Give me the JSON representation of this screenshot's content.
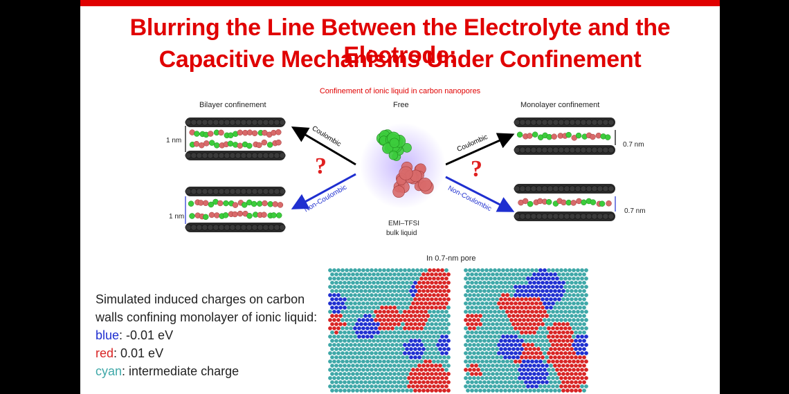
{
  "title": {
    "line1": "Blurring the Line Between the Electrolyte and the Electrode:",
    "line2": "Capacitive Mechanisms Under Confinement"
  },
  "diagram": {
    "caption": "Confinement of ionic liquid in carbon nanopores",
    "bilayer_label": "Bilayer confinement",
    "free_label": "Free",
    "monolayer_label": "Monolayer confinement",
    "bilayer_gap_top": "1 nm",
    "bilayer_gap_bottom": "1 nm",
    "monolayer_gap_top": "0.7 nm",
    "monolayer_gap_bottom": "0.7 nm",
    "arrow_coulombic_left": "Coulombic",
    "arrow_noncoulombic_left": "Non-Coulombic",
    "arrow_coulombic_right": "Coulombic",
    "arrow_noncoulombic_right": "Non-Coulombic",
    "question_mark": "?",
    "bulk_label_1": "EMI–TFSI",
    "bulk_label_2": "bulk liquid",
    "pore_label": "In 0.7-nm pore"
  },
  "legend": {
    "line1": "Simulated induced charges on carbon",
    "line2": "walls confining monolayer of ionic liquid:",
    "blue_key": "blue",
    "blue_val": ": -0.01 eV",
    "red_key": "red",
    "red_val": ": 0.01 eV",
    "cyan_key": "cyan",
    "cyan_val": ": intermediate charge"
  },
  "colors": {
    "title_red": "#e00000",
    "blue": "#1f2fd0",
    "red": "#d82424",
    "cyan": "#3fa8a8",
    "carbon": "#2a2a2a",
    "green": "#3ccc3c",
    "pink": "#d86a6a"
  }
}
